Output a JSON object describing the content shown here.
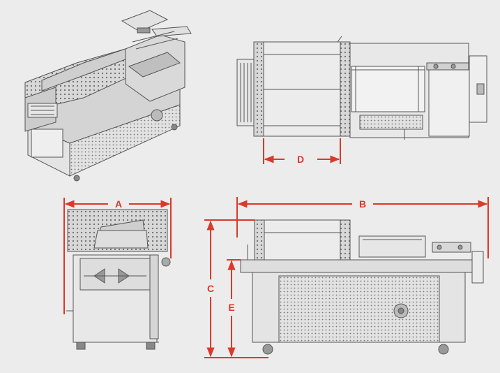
{
  "dimensions": {
    "A": "A",
    "B": "B",
    "C": "C",
    "D": "D",
    "E": "E"
  },
  "colors": {
    "background": "#ececec",
    "line": "#555555",
    "panel": "#dcdcdc",
    "dimension": "#d93a2b"
  }
}
